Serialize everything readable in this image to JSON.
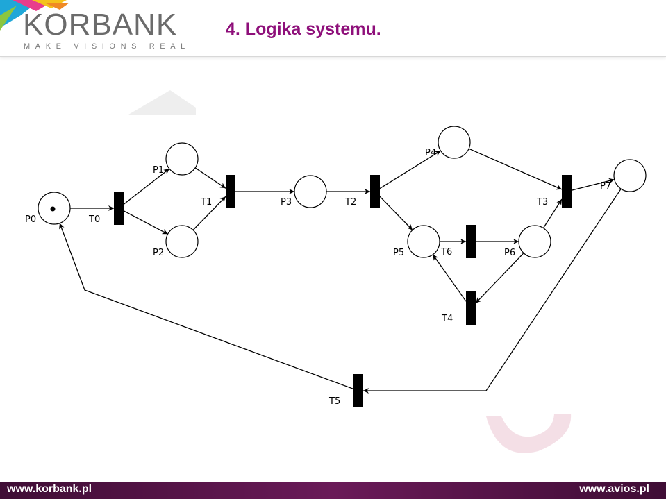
{
  "header": {
    "logo_name": "KORBANK",
    "logo_tagline": "MAKE VISIONS REAL",
    "title": "4. Logika systemu."
  },
  "diagram": {
    "places": [
      {
        "id": "P0",
        "label": "P0",
        "tokens": 1
      },
      {
        "id": "P1",
        "label": "P1",
        "tokens": 0
      },
      {
        "id": "P2",
        "label": "P2",
        "tokens": 0
      },
      {
        "id": "P3",
        "label": "P3",
        "tokens": 0
      },
      {
        "id": "P4",
        "label": "P4",
        "tokens": 0
      },
      {
        "id": "P5",
        "label": "P5",
        "tokens": 0
      },
      {
        "id": "P6",
        "label": "P6",
        "tokens": 0
      },
      {
        "id": "P7",
        "label": "P7",
        "tokens": 0
      }
    ],
    "transitions": [
      {
        "id": "T0",
        "label": "T0"
      },
      {
        "id": "T1",
        "label": "T1"
      },
      {
        "id": "T2",
        "label": "T2"
      },
      {
        "id": "T3",
        "label": "T3"
      },
      {
        "id": "T4",
        "label": "T4"
      },
      {
        "id": "T5",
        "label": "T5"
      },
      {
        "id": "T6",
        "label": "T6"
      }
    ],
    "arcs": [
      [
        "P0",
        "T0"
      ],
      [
        "T0",
        "P1"
      ],
      [
        "T0",
        "P2"
      ],
      [
        "P1",
        "T1"
      ],
      [
        "P2",
        "T1"
      ],
      [
        "T1",
        "P3"
      ],
      [
        "P3",
        "T2"
      ],
      [
        "T2",
        "P4"
      ],
      [
        "T2",
        "P5"
      ],
      [
        "P5",
        "T6"
      ],
      [
        "T6",
        "P6"
      ],
      [
        "P6",
        "T4"
      ],
      [
        "T4",
        "P5"
      ],
      [
        "P6",
        "T3"
      ],
      [
        "P4",
        "T3"
      ],
      [
        "T3",
        "P7"
      ],
      [
        "P7",
        "T5"
      ],
      [
        "T5",
        "P0"
      ]
    ]
  },
  "footer": {
    "left": "www.korbank.pl",
    "right": "www.avios.pl"
  }
}
